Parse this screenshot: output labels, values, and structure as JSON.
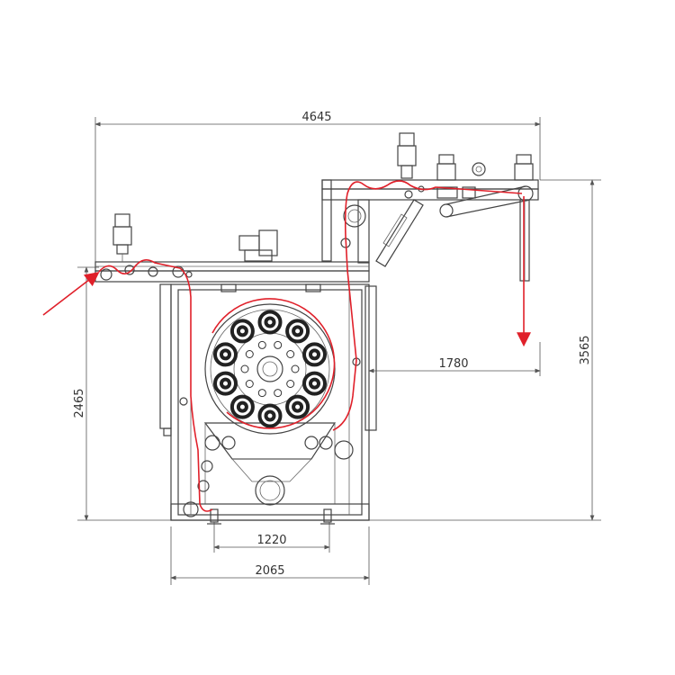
{
  "dimensions": {
    "overall_width": "4645",
    "upper_height": "3565",
    "lower_height": "2465",
    "outlet_offset": "1780",
    "foot_spacing": "1220",
    "base_width": "2065"
  },
  "colors": {
    "line": "#444444",
    "material_path": "#e0202a",
    "background": "#ffffff"
  }
}
